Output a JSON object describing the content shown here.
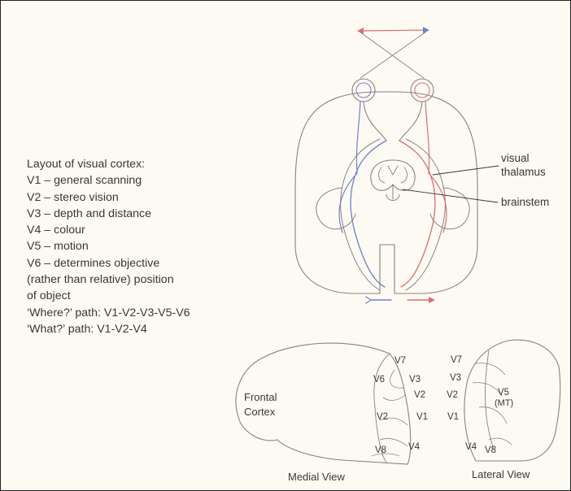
{
  "legend": {
    "lines": [
      "Layout of visual cortex:",
      "V1 – general scanning",
      "V2 – stereo vision",
      "V3 – depth and distance",
      "V4 – colour",
      "V5 – motion",
      "V6 – determines objective",
      "(rather than relative) position",
      "of object",
      "‘Where?’ path: V1-V2-V3-V5-V6",
      "‘What?’ path: V1-V2-V4"
    ]
  },
  "top_labels": {
    "thalamus_line1": "visual",
    "thalamus_line2": "thalamus",
    "brainstem": "brainstem"
  },
  "medial": {
    "frontal_line1": "Frontal",
    "frontal_line2": "Cortex",
    "v7": "V7",
    "v6": "V6",
    "v3": "V3",
    "v2a": "V2",
    "v2b": "V2",
    "v1": "V1",
    "v8": "V8",
    "v4": "V4",
    "caption": "Medial View"
  },
  "lateral": {
    "v7": "V7",
    "v3": "V3",
    "v2": "V2",
    "v1": "V1",
    "v5": "V5",
    "mt": "(MT)",
    "v4": "V4",
    "v8": "V8",
    "caption": "Lateral View"
  },
  "colors": {
    "outline": "#8a8080",
    "blue_path": "#6f82c8",
    "red_path": "#d86f6f",
    "text": "#3a3636"
  }
}
